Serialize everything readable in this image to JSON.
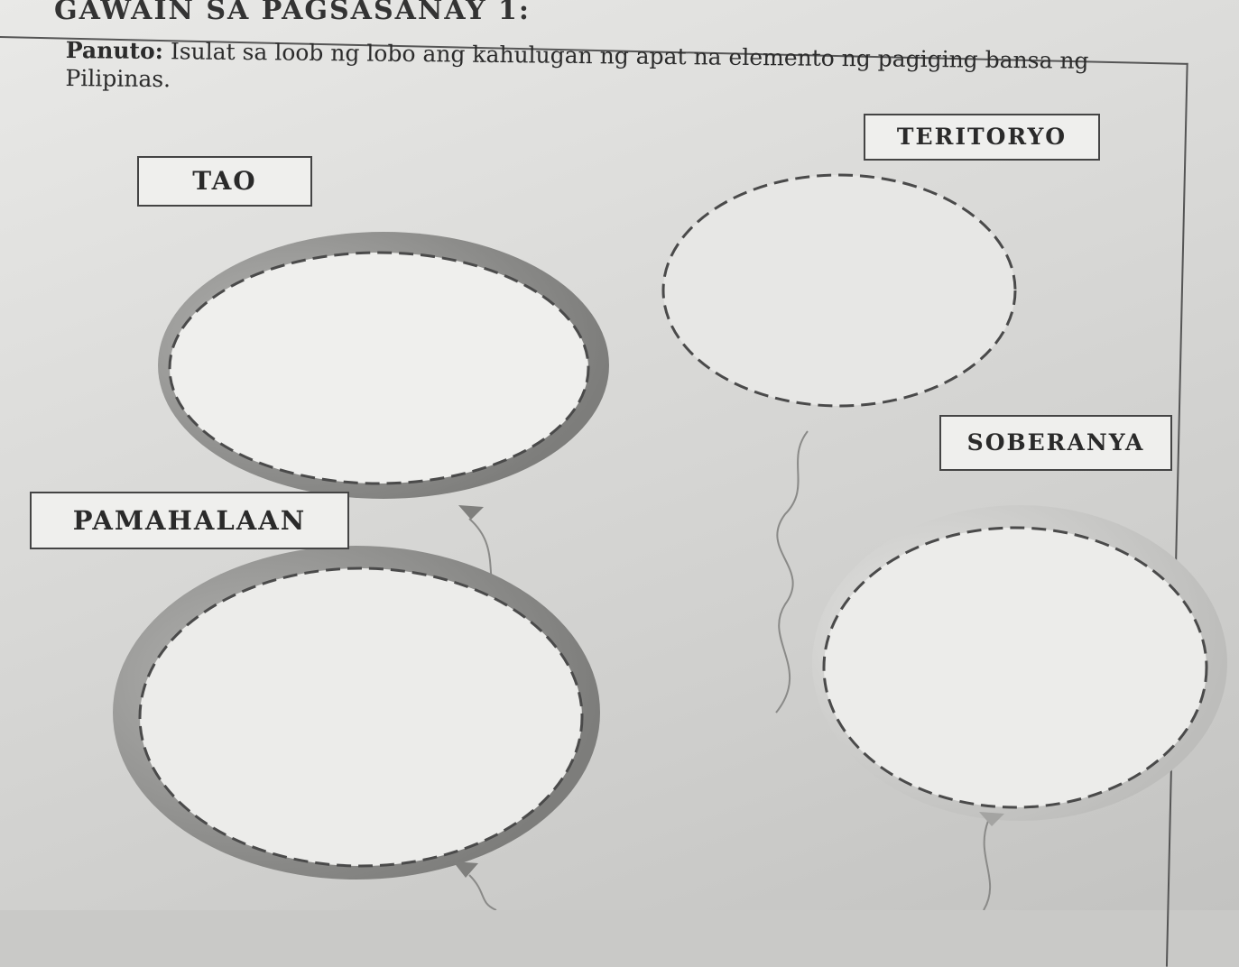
{
  "header": {
    "activity_title": "GAWAIN SA PAGSASANAY 1:"
  },
  "instructions": {
    "label": "Panuto:",
    "text": "Isulat sa loob ng lobo ang kahulugan ng apat na elemento ng pagiging bansa ng Pilipinas."
  },
  "boxes": {
    "tao": "TAO",
    "teritoryo": "TERITORYO",
    "soberanya": "SOBERANYA",
    "pamahalaan": "PAMAHALAAN"
  },
  "colors": {
    "paper": "#e2e2e0",
    "balloon_dark": "#8f8f8d",
    "balloon_light": "#c4c4c2",
    "dash": "#4a4a4a"
  }
}
